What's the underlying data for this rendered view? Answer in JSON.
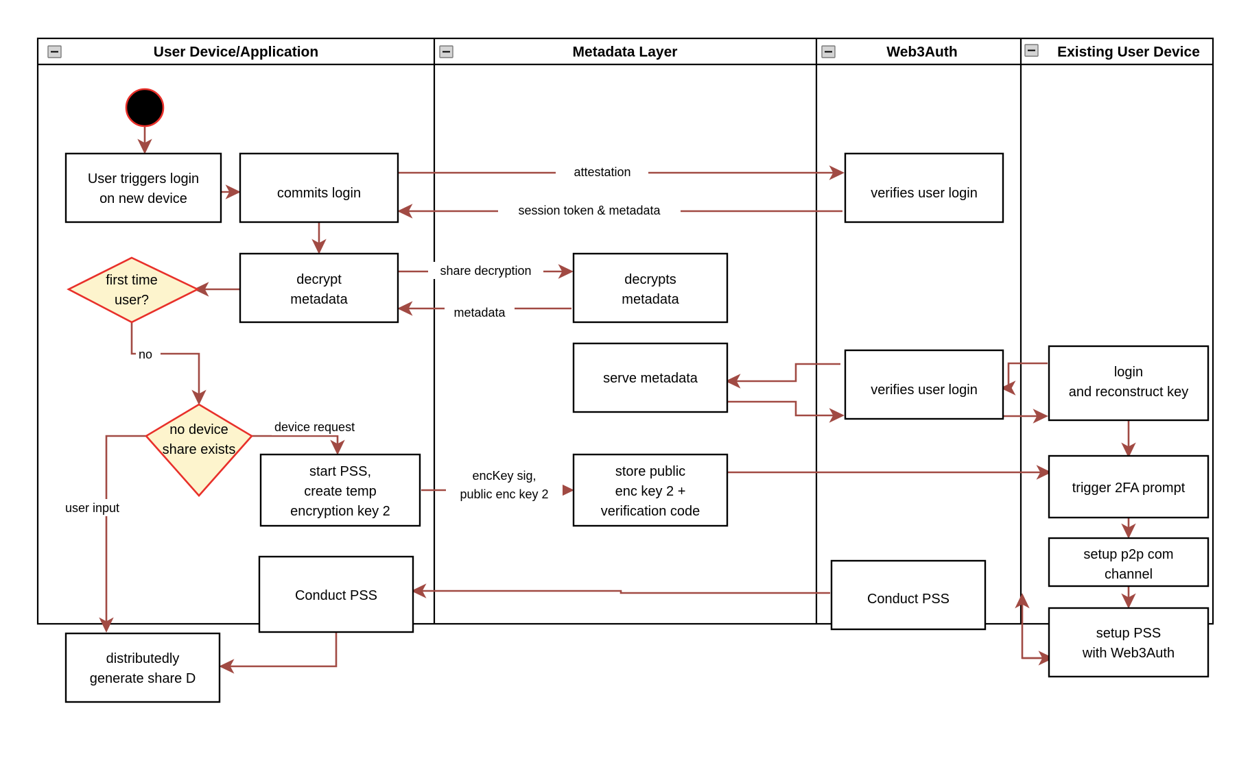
{
  "diagram": {
    "type": "uml-activity-swimlane",
    "title": "Web3Auth new-device login and PSS key reconstruction flow",
    "accent_colors": {
      "flow_arrow": "#a14a43",
      "decision_fill": "#fdf4cd",
      "decision_border": "#e8302a",
      "start_node_fill": "#000000",
      "start_node_border": "#e8302a",
      "node_border": "#000000",
      "lane_border": "#000000"
    },
    "lanes": [
      {
        "id": "lane-user-device",
        "title": "User Device/Application",
        "collapse_icon": "minus-icon"
      },
      {
        "id": "lane-metadata",
        "title": "Metadata Layer",
        "collapse_icon": "minus-icon"
      },
      {
        "id": "lane-web3auth",
        "title": "Web3Auth",
        "collapse_icon": "minus-icon"
      },
      {
        "id": "lane-existing-device",
        "title": "Existing User Device",
        "collapse_icon": "minus-icon"
      }
    ],
    "nodes": [
      {
        "id": "start",
        "lane": "lane-user-device",
        "shape": "initial-node",
        "label": ""
      },
      {
        "id": "user-triggers-login",
        "lane": "lane-user-device",
        "shape": "action",
        "label": [
          "User triggers login",
          "on new device"
        ]
      },
      {
        "id": "commits-login",
        "lane": "lane-user-device",
        "shape": "action",
        "label": [
          "commits login"
        ]
      },
      {
        "id": "decrypt-metadata",
        "lane": "lane-user-device",
        "shape": "action",
        "label": [
          "decrypt",
          "metadata"
        ]
      },
      {
        "id": "first-time-user",
        "lane": "lane-user-device",
        "shape": "decision",
        "label": [
          "first time",
          "user?"
        ]
      },
      {
        "id": "no-device-share-exists",
        "lane": "lane-user-device",
        "shape": "decision",
        "label": [
          "no device",
          "share exists"
        ]
      },
      {
        "id": "start-pss",
        "lane": "lane-user-device",
        "shape": "action",
        "label": [
          "start PSS,",
          "create temp",
          "encryption key 2"
        ]
      },
      {
        "id": "conduct-pss-user",
        "lane": "lane-user-device",
        "shape": "action",
        "label": [
          "Conduct PSS"
        ]
      },
      {
        "id": "generate-share-d",
        "lane": "lane-user-device",
        "shape": "action",
        "label": [
          "distributedly",
          "generate share D"
        ]
      },
      {
        "id": "decrypts-metadata",
        "lane": "lane-metadata",
        "shape": "action",
        "label": [
          "decrypts",
          "metadata"
        ]
      },
      {
        "id": "serve-metadata",
        "lane": "lane-metadata",
        "shape": "action",
        "label": [
          "serve metadata"
        ]
      },
      {
        "id": "store-public-enc-key",
        "lane": "lane-metadata",
        "shape": "action",
        "label": [
          "store public",
          "enc key 2 +",
          "verification code"
        ]
      },
      {
        "id": "verifies-user-login-1",
        "lane": "lane-web3auth",
        "shape": "action",
        "label": [
          "verifies user login"
        ]
      },
      {
        "id": "verifies-user-login-2",
        "lane": "lane-web3auth",
        "shape": "action",
        "label": [
          "verifies user login"
        ]
      },
      {
        "id": "conduct-pss-web3auth",
        "lane": "lane-web3auth",
        "shape": "action",
        "label": [
          "Conduct PSS"
        ]
      },
      {
        "id": "login-reconstruct-key",
        "lane": "lane-existing-device",
        "shape": "action",
        "label": [
          "login",
          "and reconstruct key"
        ]
      },
      {
        "id": "trigger-2fa-prompt",
        "lane": "lane-existing-device",
        "shape": "action",
        "label": [
          "trigger 2FA prompt"
        ]
      },
      {
        "id": "setup-p2p-channel",
        "lane": "lane-existing-device",
        "shape": "action",
        "label": [
          "setup p2p com",
          "channel"
        ]
      },
      {
        "id": "setup-pss-web3auth",
        "lane": "lane-existing-device",
        "shape": "action",
        "label": [
          "setup PSS",
          "with Web3Auth"
        ]
      }
    ],
    "edges": [
      {
        "from": "start",
        "to": "user-triggers-login",
        "label": ""
      },
      {
        "from": "user-triggers-login",
        "to": "commits-login",
        "label": ""
      },
      {
        "from": "commits-login",
        "to": "verifies-user-login-1",
        "label": "attestation"
      },
      {
        "from": "verifies-user-login-1",
        "to": "commits-login",
        "label": "session token & metadata"
      },
      {
        "from": "commits-login",
        "to": "decrypt-metadata",
        "label": ""
      },
      {
        "from": "decrypt-metadata",
        "to": "decrypts-metadata",
        "label": "share decryption"
      },
      {
        "from": "decrypts-metadata",
        "to": "decrypt-metadata",
        "label": "metadata"
      },
      {
        "from": "decrypt-metadata",
        "to": "first-time-user",
        "label": ""
      },
      {
        "from": "first-time-user",
        "to": "no-device-share-exists",
        "label": "no"
      },
      {
        "from": "no-device-share-exists",
        "to": "start-pss",
        "label": "device request"
      },
      {
        "from": "no-device-share-exists",
        "to": "generate-share-d",
        "label": "user input"
      },
      {
        "from": "start-pss",
        "to": "store-public-enc-key",
        "label": "encKey sig, public enc key 2"
      },
      {
        "from": "store-public-enc-key",
        "to": "trigger-2fa-prompt",
        "label": ""
      },
      {
        "from": "login-reconstruct-key",
        "to": "verifies-user-login-2",
        "label": ""
      },
      {
        "from": "verifies-user-login-2",
        "to": "serve-metadata",
        "label": ""
      },
      {
        "from": "serve-metadata",
        "to": "verifies-user-login-2",
        "label": ""
      },
      {
        "from": "verifies-user-login-2",
        "to": "login-reconstruct-key",
        "label": ""
      },
      {
        "from": "login-reconstruct-key",
        "to": "trigger-2fa-prompt",
        "label": ""
      },
      {
        "from": "trigger-2fa-prompt",
        "to": "setup-p2p-channel",
        "label": ""
      },
      {
        "from": "setup-p2p-channel",
        "to": "setup-pss-web3auth",
        "label": ""
      },
      {
        "from": "setup-pss-web3auth",
        "to": "conduct-pss-web3auth",
        "label": ""
      },
      {
        "from": "conduct-pss-web3auth",
        "to": "conduct-pss-user",
        "label": ""
      },
      {
        "from": "conduct-pss-user",
        "to": "generate-share-d",
        "label": ""
      }
    ],
    "edge_labels": {
      "attestation": "attestation",
      "session_token": "session token & metadata",
      "share_decryption": "share decryption",
      "metadata": "metadata",
      "no": "no",
      "device_request": "device request",
      "user_input": "user input",
      "enckey_line1": "encKey sig,",
      "enckey_line2": "public enc key 2"
    },
    "node_text": {
      "user_triggers_login_l1": "User triggers login",
      "user_triggers_login_l2": "on new device",
      "commits_login": "commits login",
      "decrypt_metadata_l1": "decrypt",
      "decrypt_metadata_l2": "metadata",
      "first_time_user_l1": "first time",
      "first_time_user_l2": "user?",
      "no_device_share_l1": "no device",
      "no_device_share_l2": "share exists",
      "start_pss_l1": "start PSS,",
      "start_pss_l2": "create temp",
      "start_pss_l3": "encryption key 2",
      "conduct_pss_user": "Conduct PSS",
      "generate_share_d_l1": "distributedly",
      "generate_share_d_l2": "generate share D",
      "decrypts_metadata_l1": "decrypts",
      "decrypts_metadata_l2": "metadata",
      "serve_metadata": "serve metadata",
      "store_public_l1": "store public",
      "store_public_l2": "enc key 2 +",
      "store_public_l3": "verification code",
      "verifies_user_login_1": "verifies user login",
      "verifies_user_login_2": "verifies user login",
      "conduct_pss_web3auth": "Conduct PSS",
      "login_reconstruct_l1": "login",
      "login_reconstruct_l2": "and reconstruct key",
      "trigger_2fa": "trigger 2FA prompt",
      "setup_p2p_l1": "setup p2p com",
      "setup_p2p_l2": "channel",
      "setup_pss_l1": "setup PSS",
      "setup_pss_l2": "with Web3Auth"
    }
  }
}
